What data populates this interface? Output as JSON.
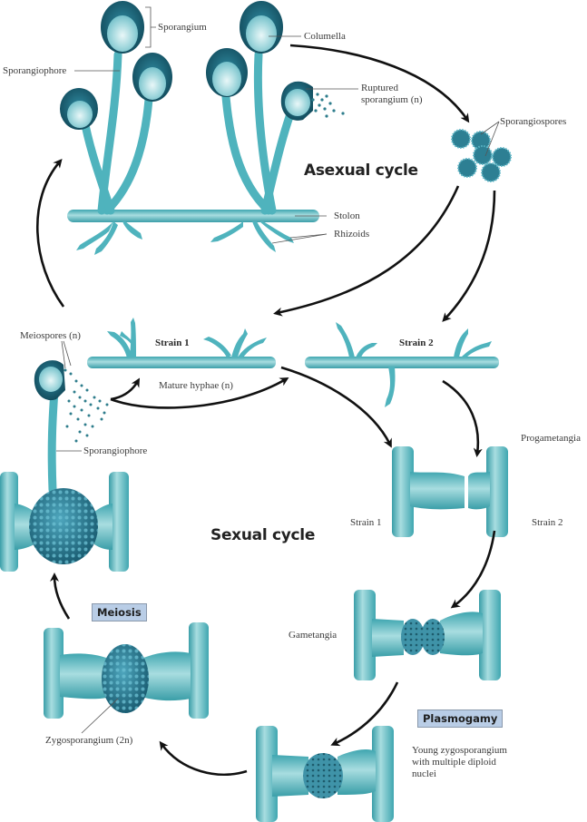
{
  "titles": {
    "asexual": "Asexual cycle",
    "sexual": "Sexual cycle"
  },
  "badges": {
    "meiosis": "Meiosis",
    "plasmogamy": "Plasmogamy"
  },
  "labels": {
    "sporangium": "Sporangium",
    "sporangiophore_top": "Sporangiophore",
    "columella": "Columella",
    "ruptured_1": "Ruptured",
    "ruptured_2": "sporangium (n)",
    "sporangiospores": "Sporangiospores",
    "stolon": "Stolon",
    "rhizoids": "Rhizoids",
    "meiospores": "Meiospores (n)",
    "strain1_hyphae": "Strain 1",
    "strain2_hyphae": "Strain 2",
    "mature_hyphae": "Mature hyphae (n)",
    "sporangiophore_bottom": "Sporangiophore",
    "progametangia": "Progametangia",
    "strain1_progam": "Strain 1",
    "strain2_progam": "Strain 2",
    "gametangia": "Gametangia",
    "zygosporangium": "Zygosporangium (2n)",
    "young_zygo": "Young zygosporangium with multiple diploid nuclei"
  },
  "colors": {
    "hyphae": "#5bbcc4",
    "hyphae_light": "#a8dde0",
    "hyphae_dark": "#2e8f98",
    "sporangium": "#1f6f80",
    "arrow": "#111111",
    "badge_bg": "#b9cde6"
  }
}
